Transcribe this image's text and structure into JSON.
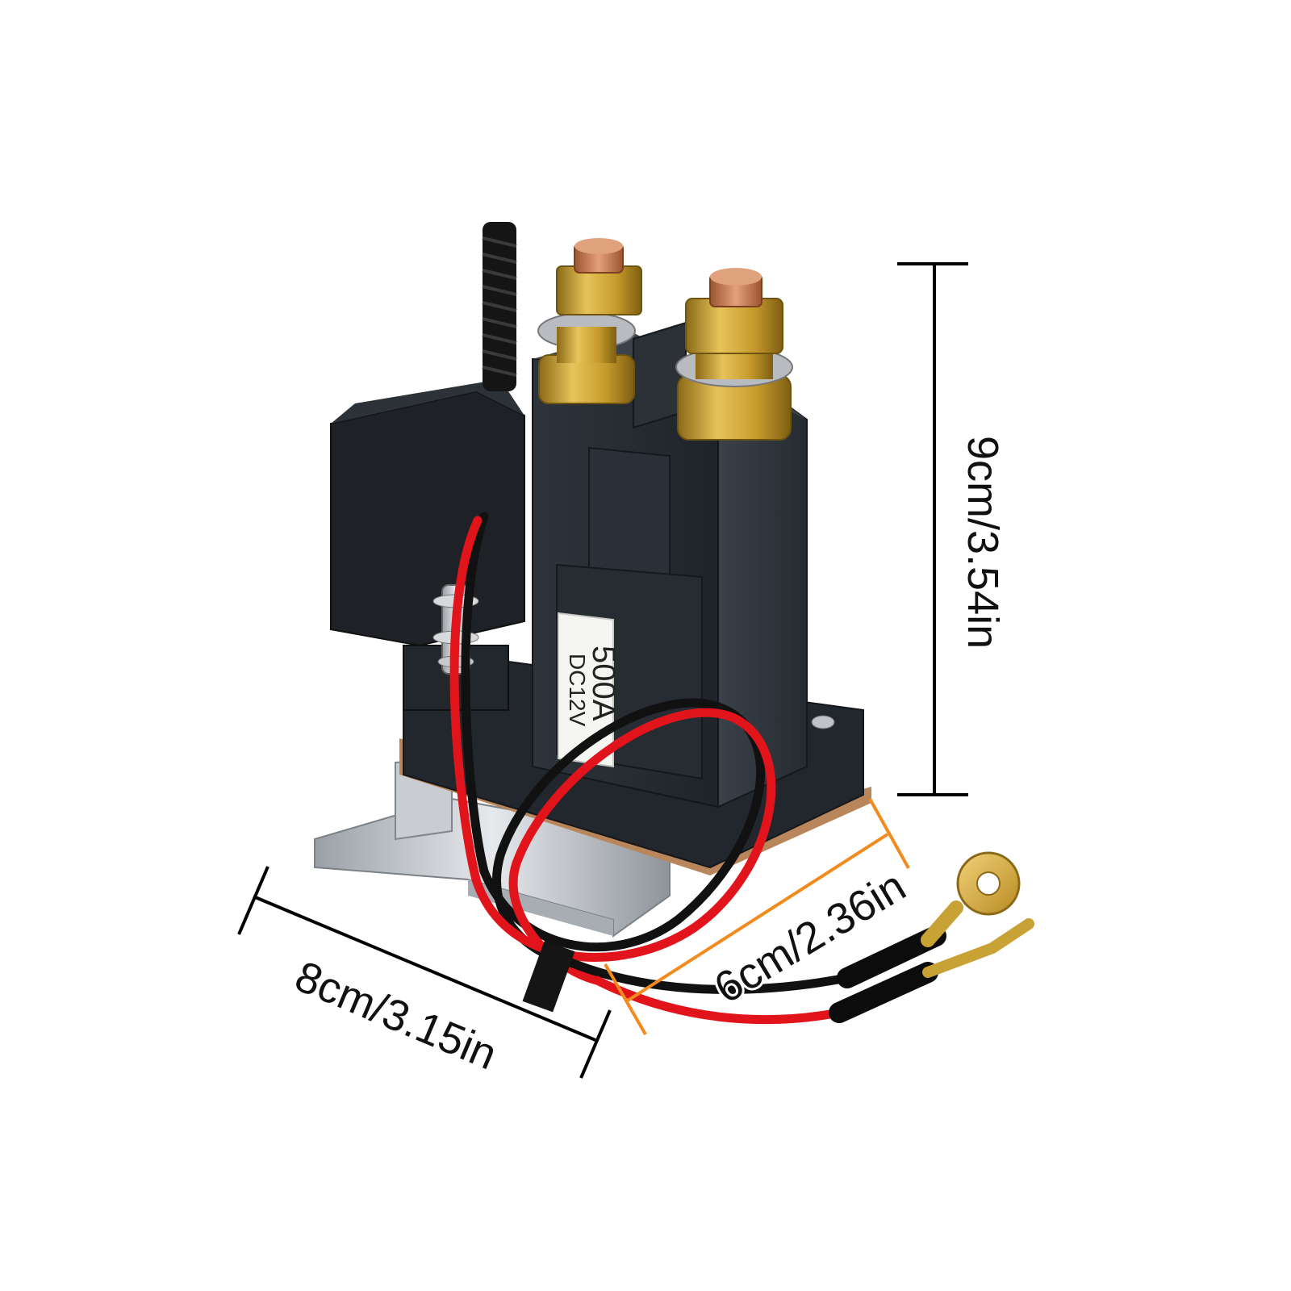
{
  "product": {
    "label_rating": "500A",
    "label_voltage": "DC12V"
  },
  "dimensions": {
    "height": "9cm/3.54in",
    "width": "8cm/3.15in",
    "depth": "6cm/2.36in"
  },
  "colors": {
    "body": "#2a2f36",
    "brass": "#c9a236",
    "copper": "#c77a4a",
    "wire_red": "#e0141a",
    "wire_black": "#111111",
    "bracket": "#c8ccd0",
    "depth_marker": "#f28a1e"
  }
}
